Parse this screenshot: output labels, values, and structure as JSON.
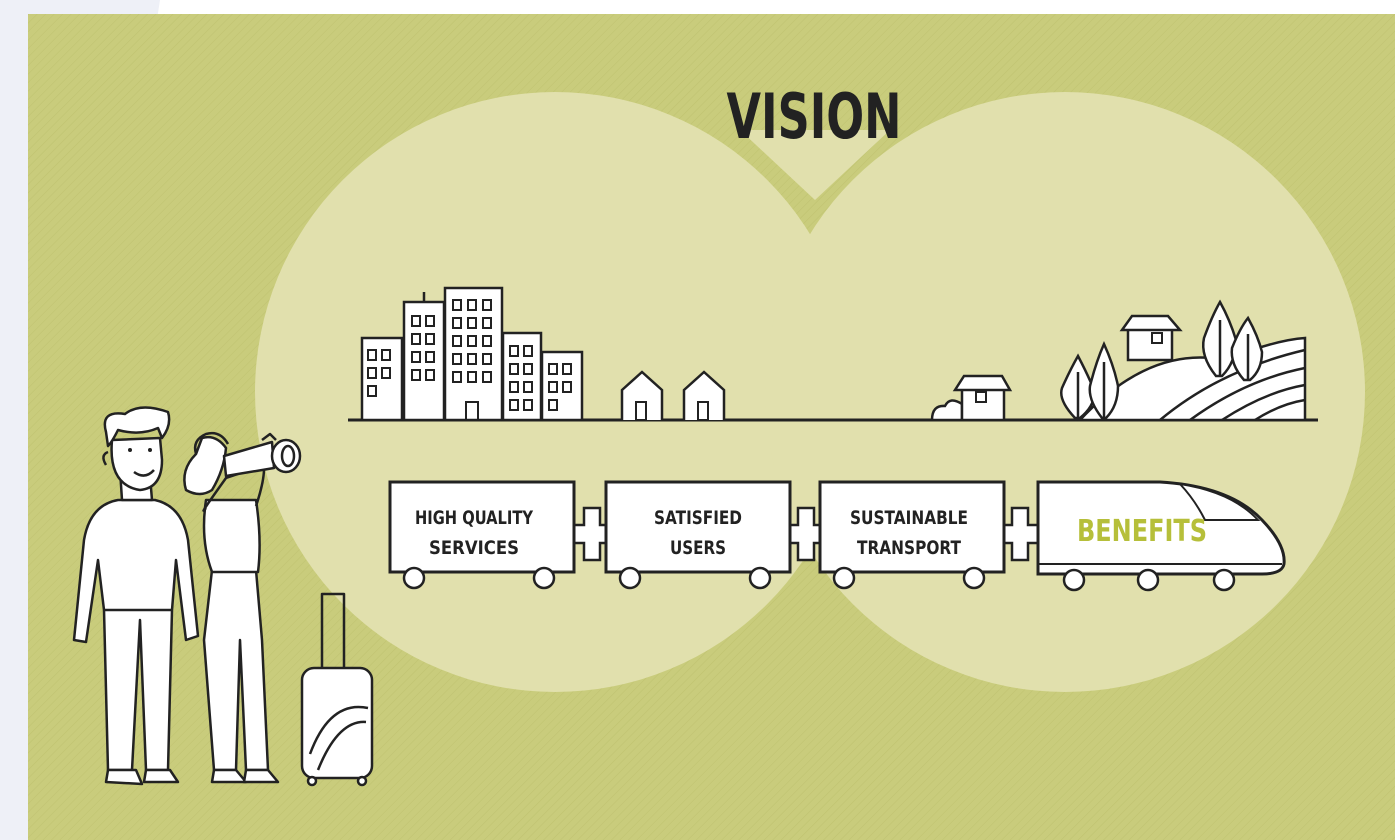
{
  "title": "VISION",
  "wagons": [
    {
      "line1": "HIGH QUALITY",
      "line2": "SERVICES"
    },
    {
      "line1": "SATISFIED",
      "line2": "USERS"
    },
    {
      "line1": "SUSTAINABLE",
      "line2": "TRANSPORT"
    }
  ],
  "locomotive": {
    "label": "BENEFITS"
  },
  "colors": {
    "panel": "#c9cc7c",
    "binocular_view": "#e1e0ad",
    "corner_accent": "#eef0f7",
    "ink": "#222222",
    "highlight": "#b6bf3a",
    "fill": "#ffffff"
  },
  "icons": [
    "city-buildings-icon",
    "house-icon",
    "hill-farm-icon",
    "tree-icon",
    "train-icon",
    "plus-connector-icon",
    "man-figure-icon",
    "woman-with-binoculars-icon",
    "suitcase-icon"
  ]
}
